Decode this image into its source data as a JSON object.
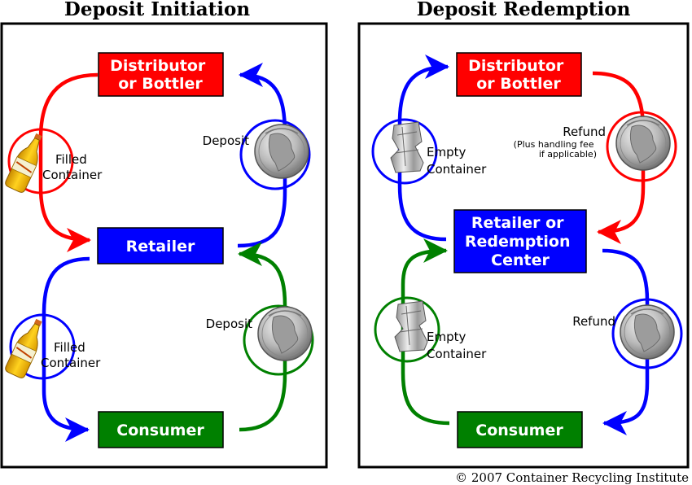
{
  "colors": {
    "red": "#ff0000",
    "blue": "#0000ff",
    "green": "#008000",
    "frame": "#000000"
  },
  "icons": {
    "filled_container": "juice-bottle-icon",
    "empty_container": "crushed-can-icon",
    "deposit": "coin-icon"
  },
  "initiation": {
    "title": "Deposit Initiation",
    "distributor": [
      "Distributor",
      "or Bottler"
    ],
    "retailer": "Retailer",
    "consumer": "Consumer",
    "filled_top": [
      "Filled",
      "Container"
    ],
    "filled_bottom": [
      "Filled",
      "Container"
    ],
    "deposit_top": "Deposit",
    "deposit_bottom": "Deposit"
  },
  "redemption": {
    "title": "Deposit Redemption",
    "distributor": [
      "Distributor",
      "or Bottler"
    ],
    "retailer": [
      "Retailer or",
      "Redemption",
      "Center"
    ],
    "consumer": "Consumer",
    "empty_top": [
      "Empty",
      "Container"
    ],
    "empty_bottom": [
      "Empty",
      "Container"
    ],
    "refund_top": "Refund",
    "refund_note": [
      "(Plus handling fee",
      "if applicable)"
    ],
    "refund_bottom": "Refund"
  },
  "copyright": "© 2007 Container Recycling Institute"
}
